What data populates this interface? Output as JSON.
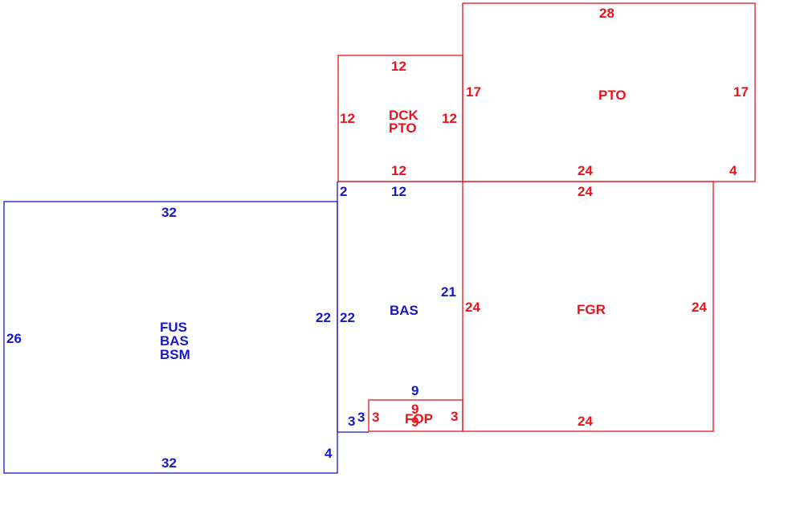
{
  "colors": {
    "red": "#e8141c",
    "blue": "#1818c8",
    "background": "#ffffff"
  },
  "areas": {
    "fus_bas_bsm": {
      "codes": [
        "FUS",
        "BAS",
        "BSM"
      ],
      "top": "32",
      "bottom": "32",
      "left": "26",
      "right": "22",
      "corner": "4"
    },
    "bas": {
      "code": "BAS",
      "top": "12",
      "left_corner": "2",
      "left": "22",
      "right": "21",
      "bottom": "9",
      "notch_left": "3",
      "notch_step": "3"
    },
    "dck_pto": {
      "codes": [
        "DCK",
        "PTO"
      ],
      "top": "12",
      "bottom": "12",
      "left": "12",
      "right": "12"
    },
    "pto": {
      "code": "PTO",
      "top": "28",
      "left": "17",
      "right": "17",
      "bottom": "24",
      "step": "4"
    },
    "fgr": {
      "code": "FGR",
      "top": "24",
      "bottom": "24",
      "left": "24",
      "right": "24"
    },
    "fop": {
      "code": "FOP",
      "left": "3",
      "right": "3",
      "top": "9",
      "bottom": "9"
    }
  }
}
